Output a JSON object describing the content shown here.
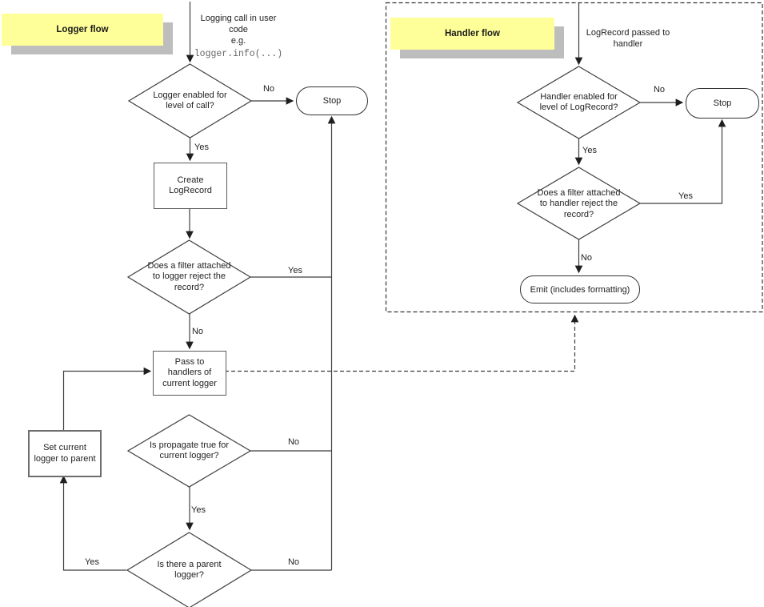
{
  "diagram": {
    "background": "#ffffff",
    "line_color": "#3f3f3f",
    "note_fill": "#ffff99",
    "note_shadow": "#bdbdbd"
  },
  "logger_flow": {
    "title": "Logger flow",
    "entry_note": "Logging call in user\ncode\ne.g.",
    "entry_code": "logger.info(...)",
    "decision_enabled": "Logger enabled for\nlevel of call?",
    "stop": "Stop",
    "process_create": "Create\nLogRecord",
    "decision_filter": "Does a filter attached\nto logger reject the\nrecord?",
    "process_pass": "Pass to\nhandlers of\ncurrent logger",
    "decision_propagate": "Is propagate true for\ncurrent logger?",
    "process_set_parent": "Set current\nlogger to parent",
    "decision_parent": "Is there a parent\nlogger?",
    "edges": {
      "enabled_no": "No",
      "enabled_yes": "Yes",
      "filter_yes": "Yes",
      "filter_no": "No",
      "propagate_no": "No",
      "propagate_yes": "Yes",
      "parent_yes": "Yes",
      "parent_no": "No"
    }
  },
  "handler_flow": {
    "title": "Handler flow",
    "entry_note": "LogRecord passed to\nhandler",
    "decision_enabled": "Handler enabled for\nlevel of LogRecord?",
    "stop": "Stop",
    "decision_filter": "Does a filter attached\nto handler reject the\nrecord?",
    "terminal_emit": "Emit (includes formatting)",
    "edges": {
      "enabled_no": "No",
      "enabled_yes": "Yes",
      "filter_yes": "Yes",
      "filter_no": "No"
    }
  }
}
